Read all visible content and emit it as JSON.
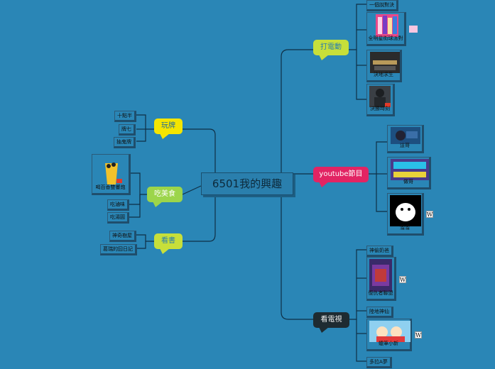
{
  "central": {
    "label": "6501我的興趣"
  },
  "branches": {
    "games": {
      "label": "打電動",
      "items": [
        "一個說對決",
        "全明星街球派對",
        "決地求生",
        "決勝時刻"
      ]
    },
    "youtube": {
      "label": "youtube節目",
      "items": [
        "這哥",
        "做哥",
        "溜溜"
      ]
    },
    "tv": {
      "label": "看電視",
      "items": [
        "神偷奶爸",
        "復仇者聯盟",
        "陸地神仙",
        "蠟筆小新",
        "多拉A夢"
      ]
    },
    "cards": {
      "label": "玩牌",
      "items": [
        "十點半",
        "牌七",
        "抽鬼牌"
      ]
    },
    "food": {
      "label": "吃美食",
      "items": [
        "喝百香雙響炮",
        "吃滷味",
        "吃湯圓"
      ]
    },
    "books": {
      "label": "看書",
      "items": [
        "神奇樹屋",
        "葛瑞的囧日記"
      ]
    }
  },
  "icons": {
    "wiki": "W"
  },
  "colors": {
    "background": "#2a86b6",
    "line": "#0f2f45",
    "yellow": "#f4e500",
    "green": "#9cd54a",
    "lime": "#c7df3a",
    "red": "#e22463",
    "dark": "#1e2b31"
  }
}
